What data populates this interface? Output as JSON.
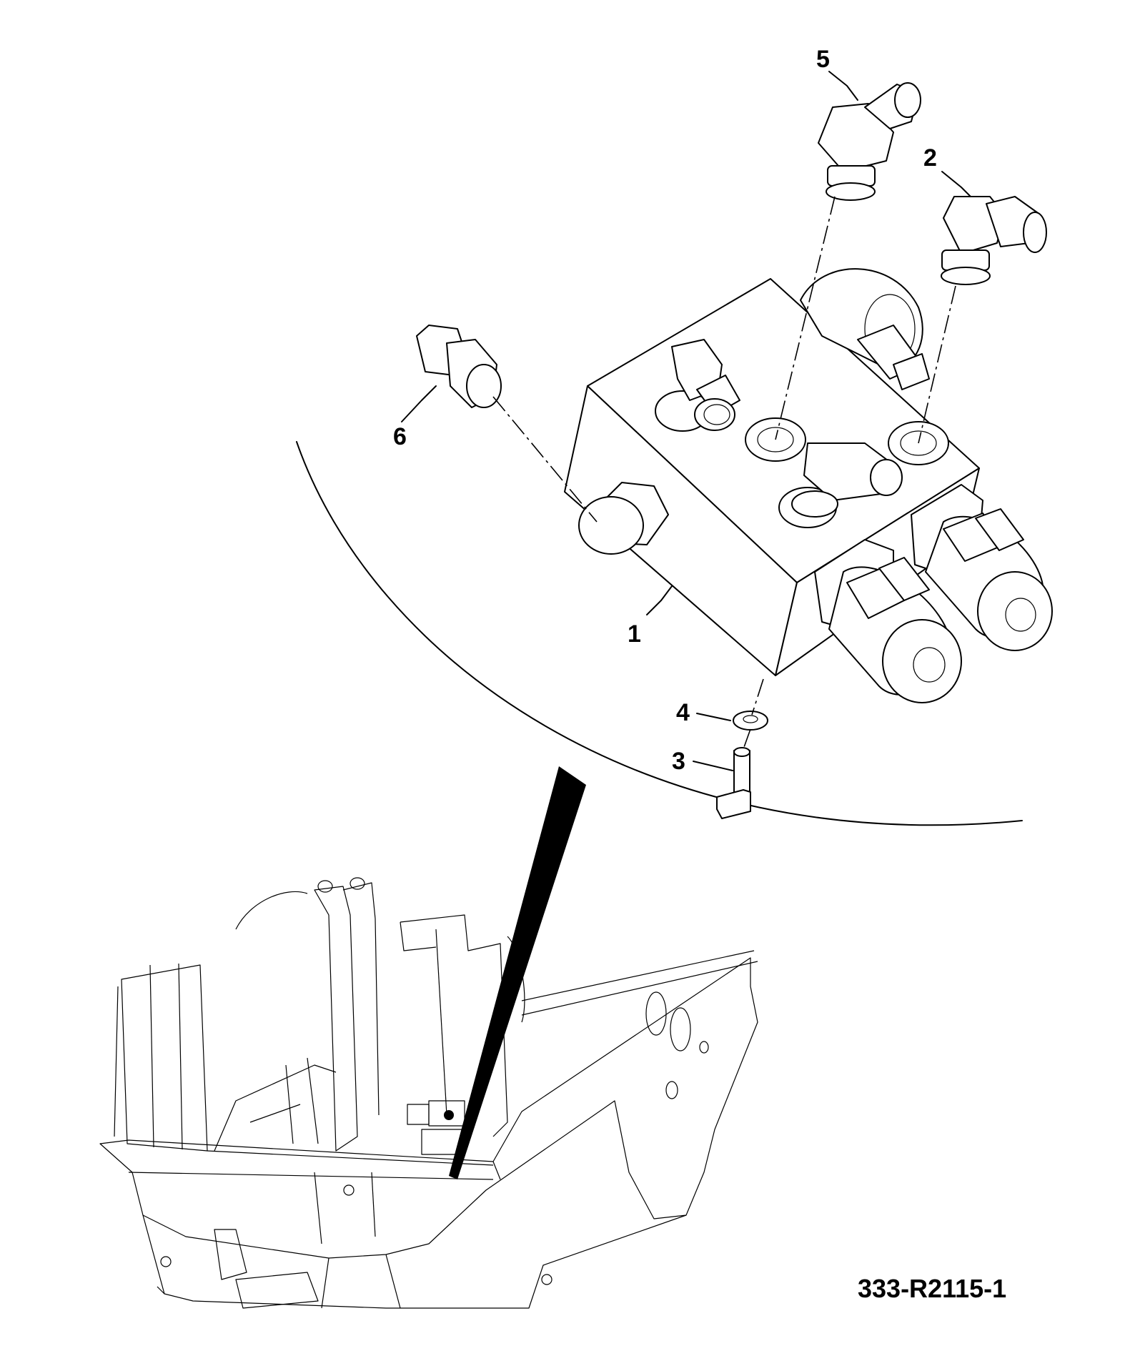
{
  "diagram": {
    "drawing_number": "333-R2115-1",
    "callouts": [
      {
        "id": "1",
        "label": "1"
      },
      {
        "id": "2",
        "label": "2"
      },
      {
        "id": "3",
        "label": "3"
      },
      {
        "id": "4",
        "label": "4"
      },
      {
        "id": "5",
        "label": "5"
      },
      {
        "id": "6",
        "label": "6"
      }
    ]
  }
}
